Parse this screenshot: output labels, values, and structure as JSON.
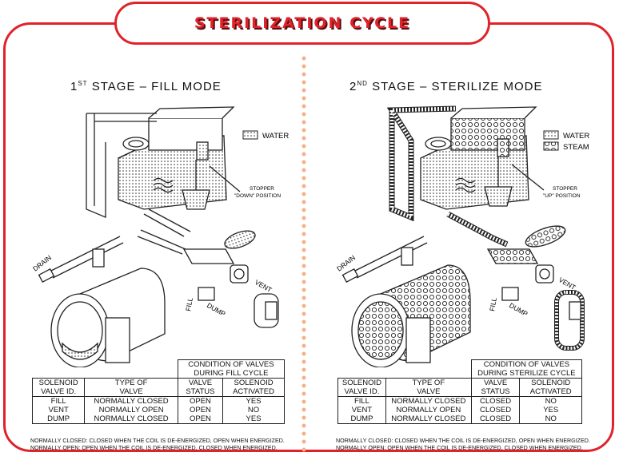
{
  "title": "STERILIZATION CYCLE",
  "left": {
    "stage_num": "1",
    "stage_sup": "ST",
    "stage_rest": " STAGE – FILL MODE",
    "legend": [
      "WATER"
    ],
    "stopper_line1": "STOPPER",
    "stopper_line2": "\"DOWN\" POSITION",
    "labels": {
      "drain": "DRAIN",
      "vent": "VENT",
      "fill": "FILL",
      "dump": "DUMP"
    },
    "table": {
      "condition_line1": "CONDITION OF VALVES",
      "condition_line2": "DURING FILL CYCLE",
      "h1a": "SOLENOID",
      "h1b": "VALVE ID.",
      "h2a": "TYPE OF",
      "h2b": "VALVE",
      "h3a": "VALVE",
      "h3b": "STATUS",
      "h4a": "SOLENOID",
      "h4b": "ACTIVATED",
      "rows": [
        {
          "id": "FILL",
          "type": "NORMALLY CLOSED",
          "status": "OPEN",
          "activated": "YES"
        },
        {
          "id": "VENT",
          "type": "NORMALLY OPEN",
          "status": "OPEN",
          "activated": "NO"
        },
        {
          "id": "DUMP",
          "type": "NORMALLY CLOSED",
          "status": "OPEN",
          "activated": "YES"
        }
      ]
    },
    "note1": "NORMALLY CLOSED: CLOSED WHEN THE COIL IS DE-ENERGIZED, OPEN WHEN ENERGIZED.",
    "note2": "NORMALLY OPEN: OPEN WHEN THE COIL IS DE-ENERGIZED, CLOSED WHEN ENERGIZED."
  },
  "right": {
    "stage_num": "2",
    "stage_sup": "ND",
    "stage_rest": " STAGE – STERILIZE MODE",
    "legend": [
      "WATER",
      "STEAM"
    ],
    "stopper_line1": "STOPPER",
    "stopper_line2": "\"UP\" POSITION",
    "labels": {
      "drain": "DRAIN",
      "vent": "VENT",
      "fill": "FILL",
      "dump": "DUMP"
    },
    "table": {
      "condition_line1": "CONDITION OF VALVES",
      "condition_line2": "DURING STERILIZE CYCLE",
      "h1a": "SOLENOID",
      "h1b": "VALVE ID.",
      "h2a": "TYPE OF",
      "h2b": "VALVE",
      "h3a": "VALVE",
      "h3b": "STATUS",
      "h4a": "SOLENOID",
      "h4b": "ACTIVATED",
      "rows": [
        {
          "id": "FILL",
          "type": "NORMALLY CLOSED",
          "status": "CLOSED",
          "activated": "NO"
        },
        {
          "id": "VENT",
          "type": "NORMALLY OPEN",
          "status": "CLOSED",
          "activated": "YES"
        },
        {
          "id": "DUMP",
          "type": "NORMALLY CLOSED",
          "status": "CLOSED",
          "activated": "NO"
        }
      ]
    },
    "note1": "NORMALLY CLOSED: CLOSED WHEN THE COIL IS DE-ENERGIZED, OPEN WHEN ENERGIZED.",
    "note2": "NORMALLY OPEN: OPEN WHEN THE COIL IS DE-ENERGIZED, CLOSED WHEN ENERGIZED."
  },
  "colors": {
    "accent": "#e0222a",
    "divider_dots": "#f4b08a",
    "ink": "#111111"
  }
}
